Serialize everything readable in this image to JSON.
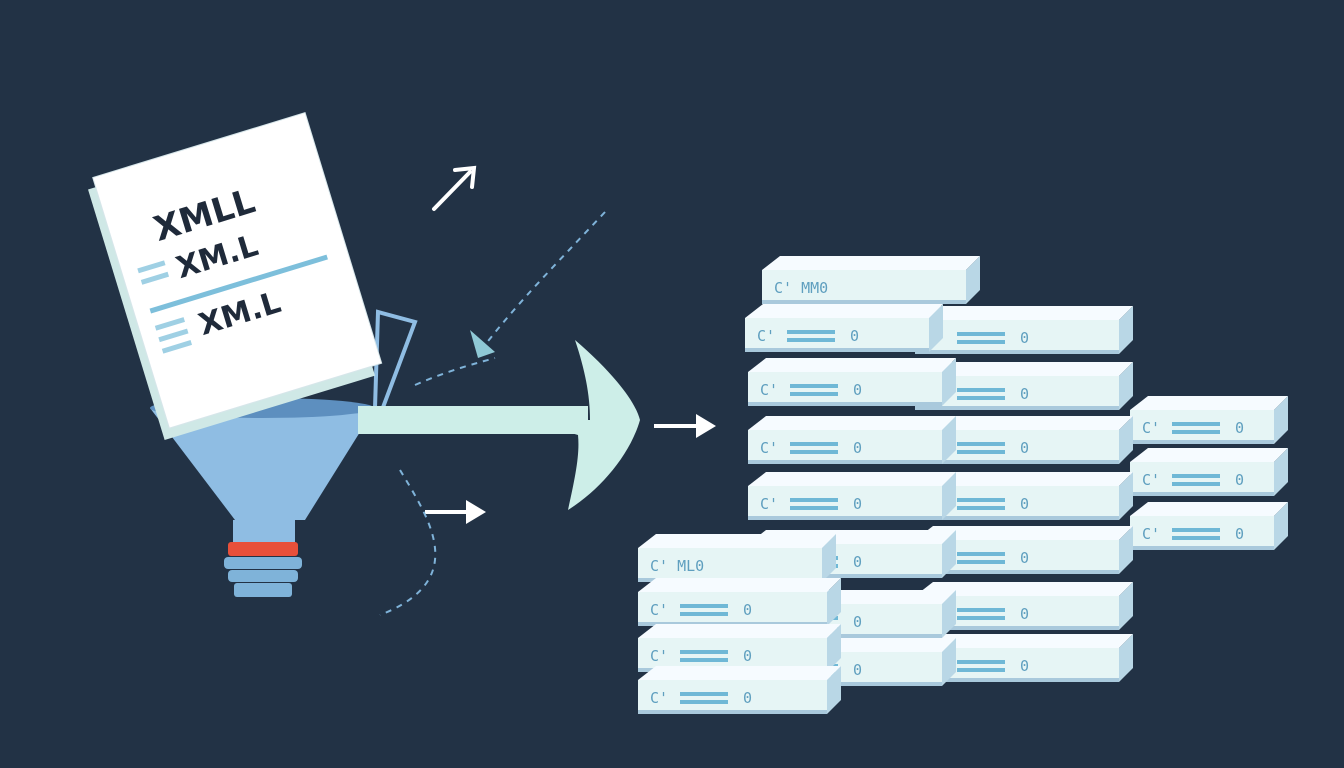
{
  "document": {
    "lines": [
      "XMLL",
      "XM.L",
      "XM.L"
    ]
  },
  "servers": {
    "top_label": "C' MM0",
    "front_label": "C' ML0",
    "prefix": "C'",
    "suffix": "0"
  },
  "colors": {
    "background": "#223245",
    "funnel": "#8fbde3",
    "funnel_band": "#e8503a",
    "arrow": "#cdeee8",
    "server_face": "#e6f5f5",
    "server_top": "#f6fbff",
    "server_accent": "#6fb8d6"
  }
}
